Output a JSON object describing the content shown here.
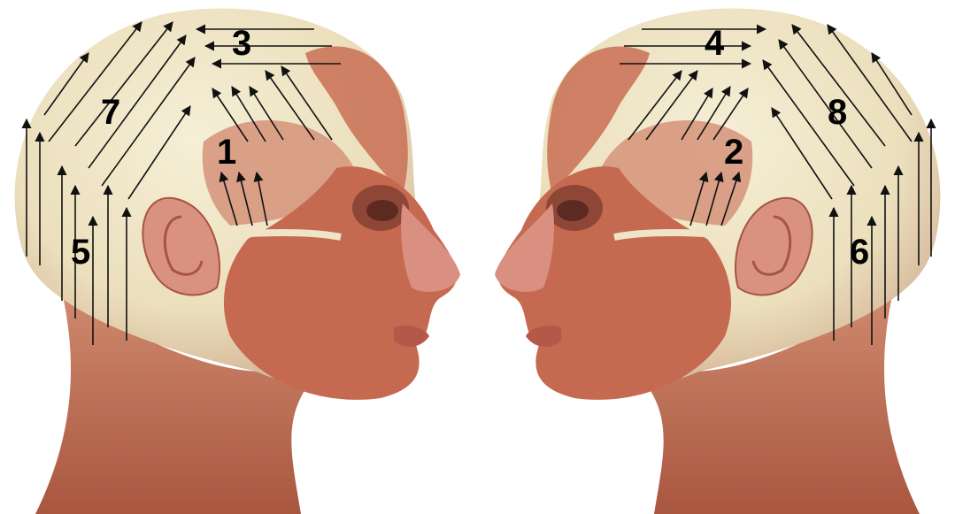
{
  "labels": {
    "zone_1": "1",
    "zone_2": "2",
    "zone_3": "3",
    "zone_4": "4",
    "zone_5": "5",
    "zone_6": "6",
    "zone_7": "7",
    "zone_8": "8"
  },
  "colors": {
    "skin_light": "#efe6c8",
    "muscle": "#c8775e",
    "muscle_dark": "#a9533f",
    "neck": "#b86c54",
    "arrow": "#111111",
    "label": "#000000"
  }
}
